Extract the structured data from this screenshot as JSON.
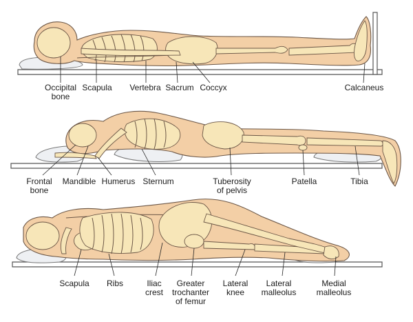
{
  "panels": [
    {
      "position": "supine",
      "labels": [
        {
          "lines": [
            "Occipital",
            "bone"
          ]
        },
        {
          "lines": [
            "Scapula"
          ]
        },
        {
          "lines": [
            "Vertebra"
          ]
        },
        {
          "lines": [
            "Sacrum"
          ]
        },
        {
          "lines": [
            "Coccyx"
          ]
        },
        {
          "lines": [
            "Calcaneus"
          ]
        }
      ]
    },
    {
      "position": "prone",
      "labels": [
        {
          "lines": [
            "Frontal",
            "bone"
          ]
        },
        {
          "lines": [
            "Mandible"
          ]
        },
        {
          "lines": [
            "Humerus"
          ]
        },
        {
          "lines": [
            "Sternum"
          ]
        },
        {
          "lines": [
            "Tuberosity",
            "of pelvis"
          ]
        },
        {
          "lines": [
            "Patella"
          ]
        },
        {
          "lines": [
            "Tibia"
          ]
        }
      ]
    },
    {
      "position": "lateral",
      "labels": [
        {
          "lines": [
            "Scapula"
          ]
        },
        {
          "lines": [
            "Ribs"
          ]
        },
        {
          "lines": [
            "Iliac",
            "crest"
          ]
        },
        {
          "lines": [
            "Greater",
            "trochanter",
            "of femur"
          ]
        },
        {
          "lines": [
            "Lateral",
            "knee"
          ]
        },
        {
          "lines": [
            "Lateral",
            "malleolus"
          ]
        },
        {
          "lines": [
            "Medial",
            "malleolus"
          ]
        }
      ]
    }
  ],
  "colors": {
    "skin": "#f3cfa6",
    "bone": "#f7e6b8",
    "outline": "#6b5646",
    "pillow": "#eef0f3"
  }
}
